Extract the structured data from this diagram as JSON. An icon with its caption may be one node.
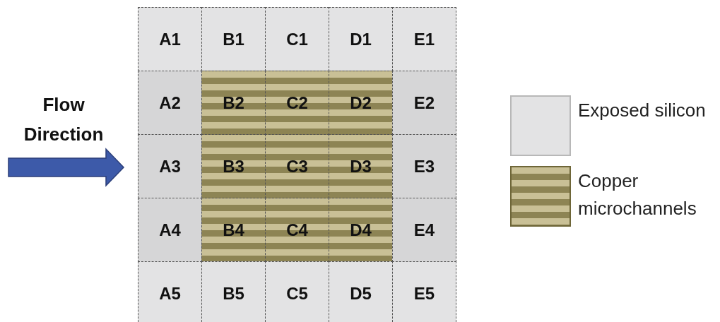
{
  "diagram": {
    "nodes": [
      {
        "text": [
          "A1"
        ]
      },
      {
        "text": [
          "B1"
        ]
      },
      {
        "text": [
          "C1"
        ]
      },
      {
        "text": [
          "D1"
        ]
      },
      {
        "text": [
          "E1"
        ]
      },
      {
        "text": [
          "A2"
        ]
      },
      {
        "text": [
          "B2"
        ]
      },
      {
        "text": [
          "C2"
        ]
      },
      {
        "text": [
          "D2"
        ]
      },
      {
        "text": [
          "E2"
        ]
      },
      {
        "text": [
          "A3"
        ]
      },
      {
        "text": [
          "B3"
        ]
      },
      {
        "text": [
          "C3"
        ]
      },
      {
        "text": [
          "D3"
        ]
      },
      {
        "text": [
          "E3"
        ]
      },
      {
        "text": [
          "A4"
        ]
      },
      {
        "text": [
          "B4"
        ]
      },
      {
        "text": [
          "C4"
        ]
      },
      {
        "text": [
          "D4"
        ]
      },
      {
        "text": [
          "E4"
        ]
      },
      {
        "text": [
          "A5"
        ]
      },
      {
        "text": [
          "B5"
        ]
      },
      {
        "text": [
          "C5"
        ]
      },
      {
        "text": [
          "D5"
        ]
      },
      {
        "text": [
          "E5"
        ]
      }
    ],
    "labels": [
      "Flow Direction"
    ],
    "legend": [
      {
        "text": "Exposed silicon",
        "color": "#e3e3e4"
      },
      {
        "text": "Copper microchannels"
      }
    ]
  }
}
